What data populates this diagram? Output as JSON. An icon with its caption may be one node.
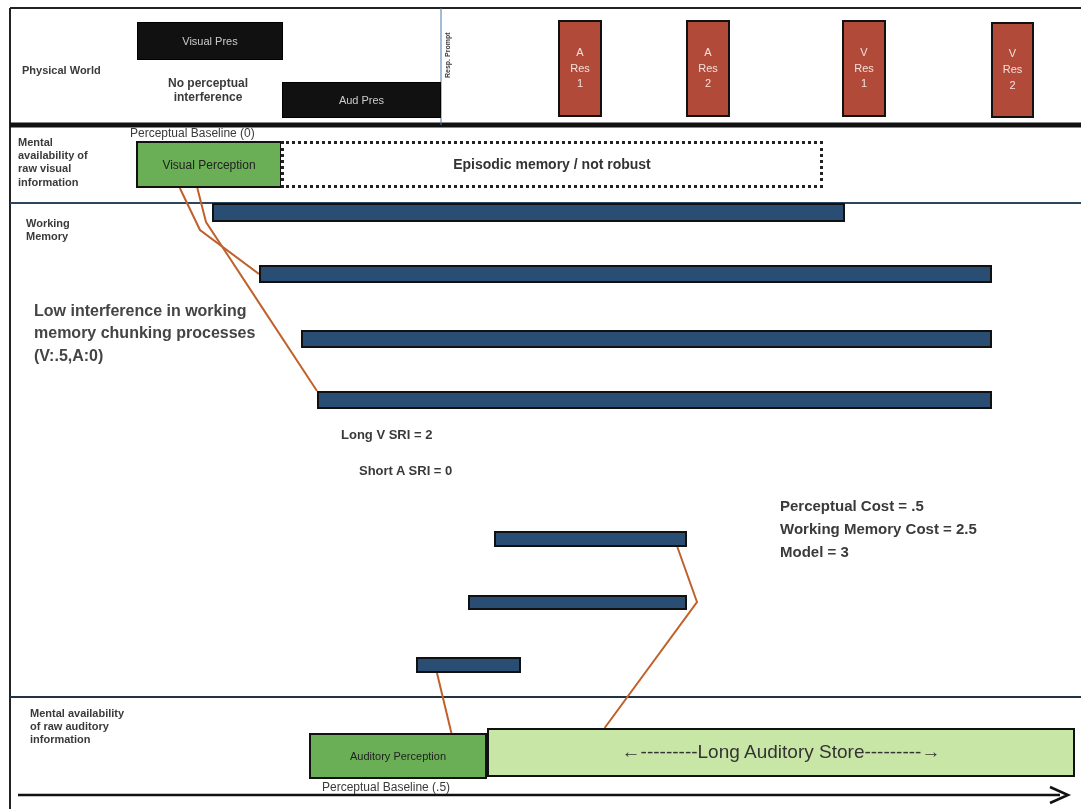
{
  "diagram": {
    "nodes": [
      {
        "text": [
          "Visual Pres"
        ]
      },
      {
        "text": [
          "Aud Pres"
        ]
      },
      {
        "text": [
          "A Res 1"
        ]
      },
      {
        "text": [
          "A Res 2"
        ]
      },
      {
        "text": [
          "V Res 1"
        ]
      },
      {
        "text": [
          "V Res 2"
        ]
      },
      {
        "text": [
          "Visual Perception"
        ]
      },
      {
        "text": [
          "Episodic memory / not robust"
        ]
      },
      {
        "text": [],
        "shape": "bar"
      },
      {
        "text": [],
        "shape": "bar"
      },
      {
        "text": [],
        "shape": "bar"
      },
      {
        "text": [],
        "shape": "bar"
      },
      {
        "text": [],
        "shape": "bar"
      },
      {
        "text": [],
        "shape": "bar"
      },
      {
        "text": [],
        "shape": "bar"
      },
      {
        "text": [
          "Auditory Perception"
        ]
      },
      {
        "text": [
          "←---------Long Auditory Store---------→"
        ]
      }
    ],
    "edges": [
      {
        "from": 6,
        "to": 9,
        "arrow": "none"
      },
      {
        "from": 6,
        "to": 11,
        "arrow": "none"
      },
      {
        "from": 14,
        "to": 15,
        "arrow": "none"
      },
      {
        "from": 12,
        "to": 16,
        "arrow": "none"
      }
    ],
    "labels": [
      "Physical World",
      "No perceptual interference",
      "Resp. Prompt",
      "Perceptual Baseline (0)",
      "Mental availability of raw visual information",
      "Working Memory",
      "Low interference in working memory chunking processes (V:.5,A:0)",
      "Long V SRI = 2",
      "Short A SRI = 0",
      "Perceptual Cost = .5",
      "Working Memory Cost = 2.5",
      "Model = 3",
      "Mental availability of raw auditory information",
      "Perceptual Baseline (.5)"
    ]
  }
}
